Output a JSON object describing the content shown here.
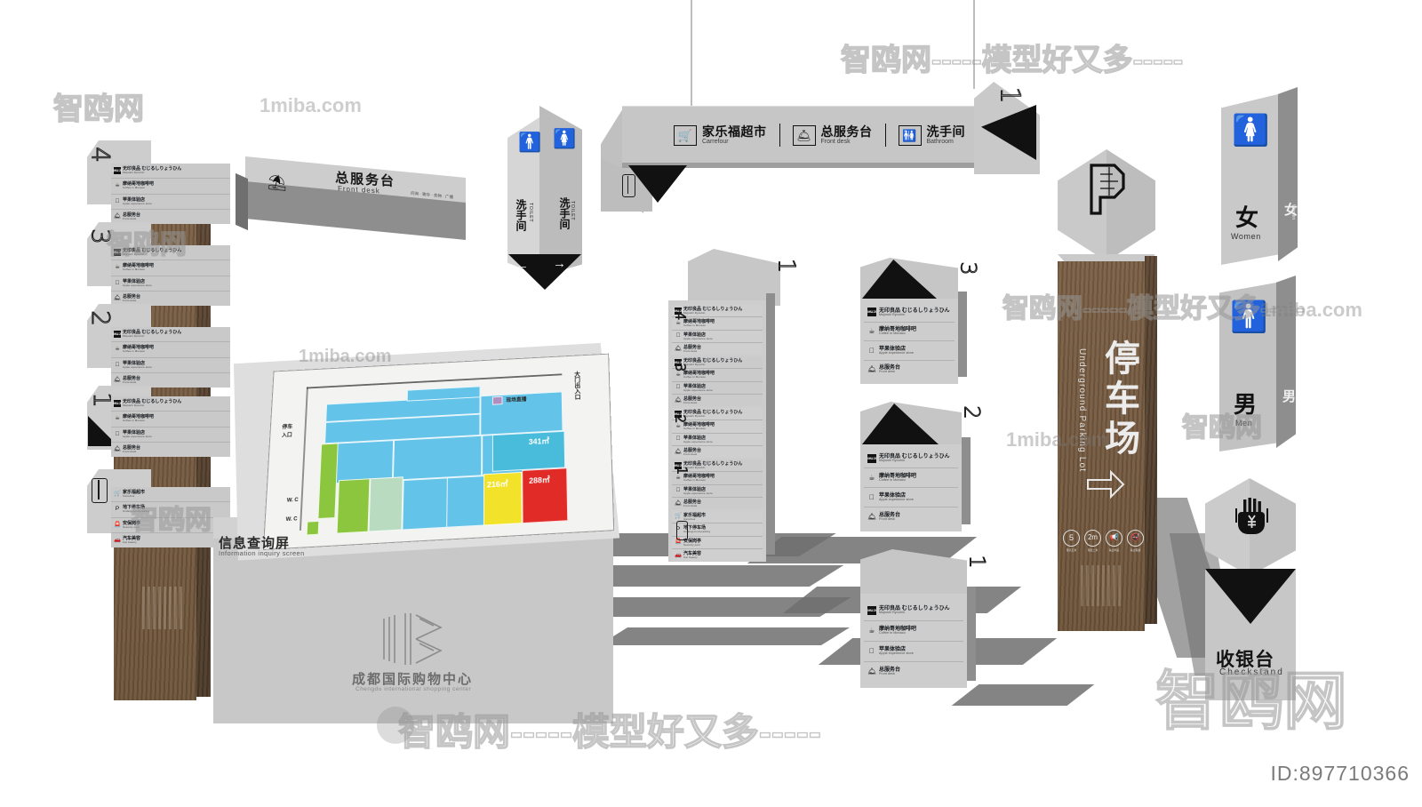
{
  "meta": {
    "id_label": "ID:897710366",
    "watermark_main": "智鸥网-----模型好又多-----",
    "watermark_site": "1miba.com",
    "watermark_brand": "智鸥网"
  },
  "overhead_sign": {
    "items": [
      {
        "icon": "shopping-cart-icon",
        "glyph": "🛒",
        "cn": "家乐福超市",
        "en": "Carrefour"
      },
      {
        "icon": "front-desk-icon",
        "glyph": "🛎",
        "cn": "总服务台",
        "en": "Front desk"
      },
      {
        "icon": "restroom-icon",
        "glyph": "🚻",
        "cn": "洗手间",
        "en": "Bathroom"
      }
    ],
    "side_icon": "elevator-icon"
  },
  "front_desk_box": {
    "cn": "总服务台",
    "en": "Front desk",
    "icon": "front-desk-icon",
    "side_note": "问询 · 寄存 · 失物 · 广播"
  },
  "toilet_totem": {
    "left": {
      "cn": "洗手间",
      "en": "TOILET",
      "icon": "male-icon",
      "arrow": "←"
    },
    "right": {
      "cn": "洗手间",
      "en": "TOILET",
      "icon": "female-icon",
      "arrow": "→"
    }
  },
  "directory": {
    "floors": [
      {
        "level": "4",
        "items": [
          {
            "icon": "muji-icon",
            "cn": "无印良品",
            "jp": "むじるしりょうひん",
            "en": "Mujiushi Ryouhin"
          },
          {
            "icon": "coffee-icon",
            "cn": "摩纳哥地咖啡吧",
            "en": "Coffee in Monaco"
          },
          {
            "icon": "apple-icon",
            "cn": "苹果体验店",
            "en": "Apple experience store"
          },
          {
            "icon": "front-desk-icon",
            "cn": "总服务台",
            "en": "Front desk"
          }
        ]
      },
      {
        "level": "3",
        "items": [
          {
            "icon": "muji-icon",
            "cn": "无印良品",
            "jp": "むじるしりょうひん",
            "en": "Mujiushi Ryouhin"
          },
          {
            "icon": "coffee-icon",
            "cn": "摩纳哥地咖啡吧",
            "en": "Coffee in Monaco"
          },
          {
            "icon": "apple-icon",
            "cn": "苹果体验店",
            "en": "Apple experience store"
          },
          {
            "icon": "front-desk-icon",
            "cn": "总服务台",
            "en": "Front desk"
          }
        ]
      },
      {
        "level": "2",
        "items": [
          {
            "icon": "muji-icon",
            "cn": "无印良品",
            "jp": "むじるしりょうひん",
            "en": "Mujiushi Ryouhin"
          },
          {
            "icon": "coffee-icon",
            "cn": "摩纳哥地咖啡吧",
            "en": "Coffee in Monaco"
          },
          {
            "icon": "apple-icon",
            "cn": "苹果体验店",
            "en": "Apple experience store"
          },
          {
            "icon": "front-desk-icon",
            "cn": "总服务台",
            "en": "Front desk"
          }
        ]
      },
      {
        "level": "1",
        "items": [
          {
            "icon": "muji-icon",
            "cn": "无印良品",
            "jp": "むじるしりょうひん",
            "en": "Mujiushi Ryouhin"
          },
          {
            "icon": "coffee-icon",
            "cn": "摩纳哥地咖啡吧",
            "en": "Coffee in Monaco"
          },
          {
            "icon": "apple-icon",
            "cn": "苹果体验店",
            "en": "Apple experience store"
          },
          {
            "icon": "front-desk-icon",
            "cn": "总服务台",
            "en": "Front desk"
          }
        ]
      },
      {
        "level": "B",
        "items": [
          {
            "icon": "shopping-cart-icon",
            "cn": "家乐福超市",
            "en": "Carrefour"
          },
          {
            "icon": "parking-icon",
            "cn": "地下停车场",
            "en": "Underground parking"
          },
          {
            "icon": "security-icon",
            "cn": "安保岗亭",
            "en": "Security post"
          },
          {
            "icon": "car-wash-icon",
            "cn": "汽车美容",
            "en": "Car beauty"
          }
        ]
      }
    ]
  },
  "parking_pylon": {
    "icon": "parking-p-icon",
    "cn": "停车场",
    "en": "Underground Parking Lot",
    "arrow": "→",
    "badges": [
      {
        "label": "5",
        "caption": "限高五米"
      },
      {
        "label": "2m",
        "caption": "限宽二米"
      },
      {
        "label": "horn-off-icon",
        "caption": "禁止鸣笛"
      },
      {
        "label": "no-smoking-icon",
        "caption": "禁止吸烟"
      }
    ]
  },
  "restroom_women": {
    "icon": "female-icon",
    "cn": "女",
    "en": "Women"
  },
  "restroom_men": {
    "icon": "male-icon",
    "cn": "男",
    "en": "Men"
  },
  "checkstand": {
    "icon": "hand-yen-icon",
    "cn": "收银台",
    "en": "Checkstand"
  },
  "kiosk": {
    "title_cn": "信息查询屏",
    "title_en": "Information inquiry screen",
    "brand_cn": "成都国际购物中心",
    "brand_en": "Chengdu international shopping center",
    "logo": "chengdu-mall-logo"
  },
  "map": {
    "labels": [
      {
        "cn": "停车",
        "sub": "入口"
      },
      {
        "cn": "现场直播"
      },
      {
        "cn": "W. C"
      },
      {
        "cn": "W. C"
      },
      {
        "cn": "大门出入口"
      }
    ],
    "areas": [
      "341㎡",
      "216㎡",
      "288㎡"
    ],
    "colors": {
      "blue": "#63c3e8",
      "cyan": "#49bcdb",
      "green": "#8cc63f",
      "mint": "#b9dcc1",
      "yellow": "#f2e22a",
      "red": "#e02b27",
      "purple": "#b08fc0"
    }
  }
}
